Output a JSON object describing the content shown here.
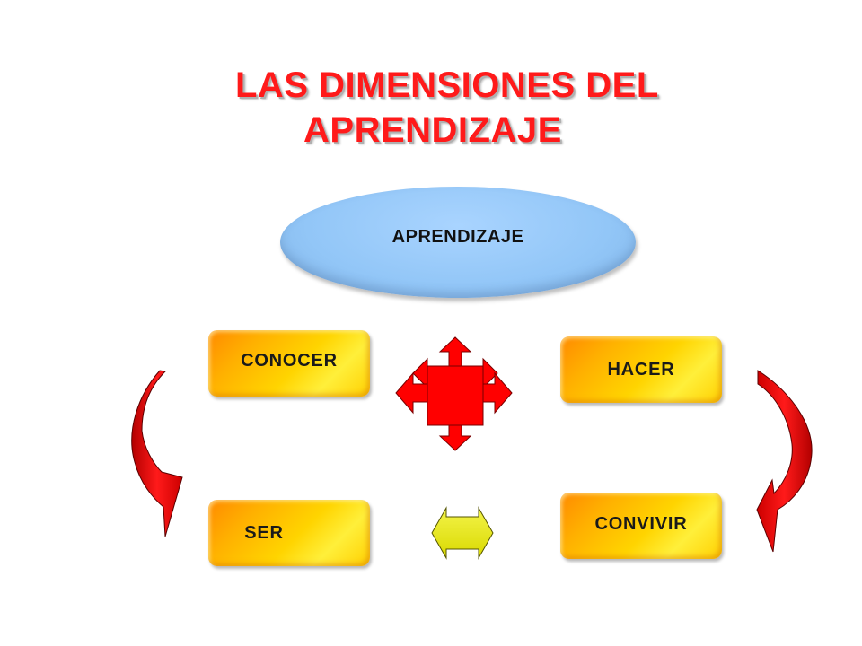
{
  "title": {
    "line1": "LAS DIMENSIONES DEL",
    "line2": "APRENDIZAJE"
  },
  "center": {
    "label": "APRENDIZAJE"
  },
  "dimensions": {
    "conocer": "CONOCER",
    "hacer": "HACER",
    "ser": "SER",
    "convivir": "CONVIVIR"
  },
  "colors": {
    "title": "#ff1a1a",
    "ellipse": "#99ccff",
    "box_gradient_start": "#ff8a00",
    "box_gradient_end": "#ffe600",
    "cross_arrow": "#ff0000",
    "curved_arrow": "#e00000",
    "double_arrow": "#e6e600"
  },
  "icons": [
    "four-way-arrow-icon",
    "double-arrow-icon",
    "curved-arrow-left-icon",
    "curved-arrow-right-icon"
  ]
}
